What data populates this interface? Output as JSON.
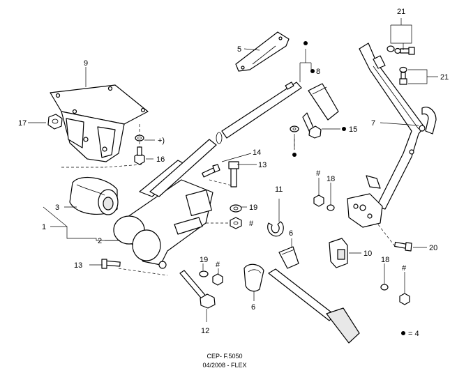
{
  "callouts": {
    "c1": "1",
    "c2": "2",
    "c3": "3",
    "c4_eq": "= 4",
    "c5": "5",
    "c6a": "6",
    "c6b": "6",
    "c7": "7",
    "c8": "8",
    "c9": "9",
    "c10": "10",
    "c11": "11",
    "c12": "12",
    "c13a": "13",
    "c13b": "13",
    "c14": "14",
    "c15": "15",
    "c16": "16",
    "c17": "17",
    "c18a": "18",
    "c18b": "18",
    "c19a": "19",
    "c19b": "19",
    "c20": "20",
    "c21a": "21",
    "c21b": "21",
    "plus": "+)",
    "hash1": "#",
    "hash2": "#",
    "hash3": "#",
    "hash4": "#"
  },
  "footer": {
    "code": "CEP- F.5050",
    "date": "04/2008 - FLEX"
  }
}
